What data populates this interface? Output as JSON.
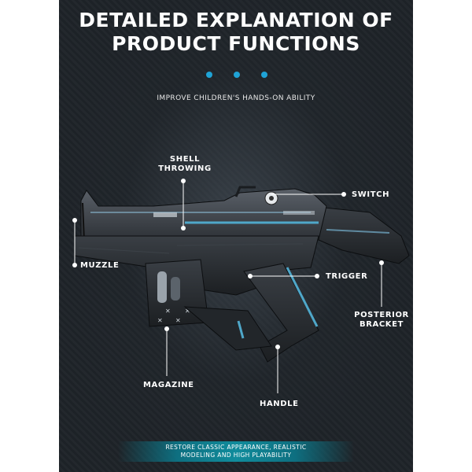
{
  "title": {
    "line1": "DETAILED EXPLANATION OF",
    "line2": "PRODUCT FUNCTIONS"
  },
  "accent_color": "#1fa3d6",
  "subtitle": "IMPROVE CHILDREN'S HANDS-ON ABILITY",
  "callouts": {
    "shell_throwing": [
      "SHELL",
      "THROWING"
    ],
    "switch": "SWITCH",
    "muzzle": "MUZZLE",
    "trigger": "TRIGGER",
    "posterior_bracket": [
      "POSTERIOR",
      "BRACKET"
    ],
    "magazine": "MAGAZINE",
    "handle": "HANDLE"
  },
  "bottom_banner": {
    "line1": "RESTORE CLASSIC APPEARANCE, REALISTIC",
    "line2": "MODELING AND HIGH PLAYABILITY"
  }
}
